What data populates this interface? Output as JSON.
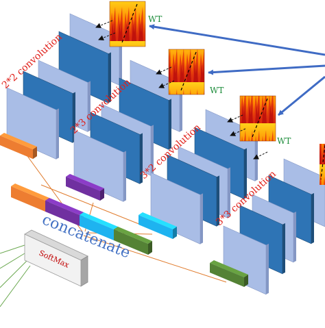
{
  "labels": {
    "conv_2x2": "2*2 convolution",
    "conv_2x3": "2*3 convolution",
    "conv_3x2": "3*2 convolution",
    "conv_3x3": "3*3 convolution",
    "wt_1": "WT",
    "wt_2": "WT",
    "wt_3": "WT",
    "concatenate": "concatenate",
    "softmax": "SoftMax"
  },
  "colors": {
    "plate_light": "#a9bde6",
    "plate_dark": "#2e74b5",
    "plate_edge_light": "#8497c4",
    "plate_edge_dark": "#1f4e79",
    "label_red": "#e0201a",
    "wt_green": "#1c8c3a",
    "arrow_blue": "#3f6bc4",
    "line_orange": "#e07b2c",
    "line_green": "#6aa84f",
    "bar_orange": "#ed7d31",
    "bar_purple": "#7030a0",
    "bar_cyan": "#1eb3f0",
    "bar_green": "#548235",
    "softmax_face": "#f2f2f2",
    "softmax_text": "#c00000",
    "concat_text": "#4472c4"
  },
  "icons": {
    "wavelet_thumbnail": "wavelet-heatmap-icon"
  }
}
